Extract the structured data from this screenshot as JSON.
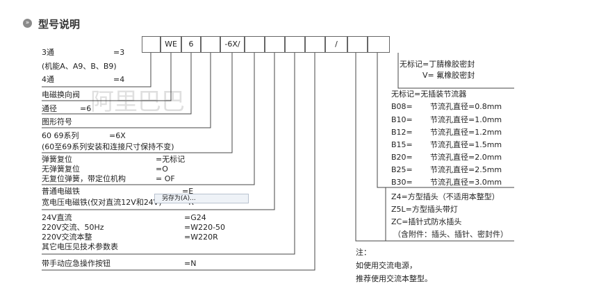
{
  "title": "型号说明",
  "bullet_glyph": "»",
  "code_cells": [
    "",
    "WE",
    "6",
    "",
    "-6X/",
    "",
    "",
    "",
    "",
    "/",
    "",
    ""
  ],
  "left_items": [
    {
      "text": "3通",
      "value": "=3"
    },
    {
      "text": "(机能A、A9、B、B9)",
      "value": ""
    },
    {
      "text": "4通",
      "value": "=4"
    },
    {
      "text": "电磁换向阀",
      "value": ""
    },
    {
      "text": "通径",
      "value": "=6"
    },
    {
      "text": "图形符号",
      "value": ""
    },
    {
      "text": "60   69系列",
      "value": "=6X"
    },
    {
      "text": "(60至69系列安装和连接尺寸保持不变)",
      "value": ""
    },
    {
      "text": "弹簧复位",
      "value": "=无标记"
    },
    {
      "text": "无弹簧复位",
      "value": "=O"
    },
    {
      "text": "无复位弹簧，带定位机构",
      "value": "= OF"
    },
    {
      "text": "普通电磁铁",
      "value": "=E"
    },
    {
      "text": "宽电压电磁铁(仅对直流12V和24V)",
      "value": "=R"
    },
    {
      "text": "24V直流",
      "value": "=G24"
    },
    {
      "text": "220V交流、50Hz",
      "value": "=W220-50"
    },
    {
      "text": "220V交流本整",
      "value": "=W220R"
    },
    {
      "text": "其它电压见技术参数表",
      "value": ""
    },
    {
      "text": "带手动应急操作按钮",
      "value": "=N"
    }
  ],
  "seal": {
    "line1": "无标记=丁腈橡胶密封",
    "line2": "V=  氟橡胶密封"
  },
  "throttle": {
    "header": "无标记=无插装节流器",
    "rows": [
      {
        "code": "B08=",
        "desc": "节流孔直径=0.8mm"
      },
      {
        "code": "B10=",
        "desc": "节流孔直径=1.0mm"
      },
      {
        "code": "B12=",
        "desc": "节流孔直径=1.2mm"
      },
      {
        "code": "B15=",
        "desc": "节流孔直径=1.5mm"
      },
      {
        "code": "B20=",
        "desc": "节流孔直径=2.0mm"
      },
      {
        "code": "B25=",
        "desc": "节流孔直径=2.5mm"
      },
      {
        "code": "B30=",
        "desc": "节流孔直径=3.0mm"
      }
    ]
  },
  "plug": [
    "Z4=方型插头（不适用本整型）",
    "Z5L=方型插头带灯",
    "ZC=插针式防水插头",
    "（含附件：插头、插针、密封件）"
  ],
  "note": [
    "注：",
    "如使用交流电源，",
    "推荐使用交流本整型。"
  ],
  "tooltip": "另存为(A)...",
  "watermark": "阿里巴巴"
}
